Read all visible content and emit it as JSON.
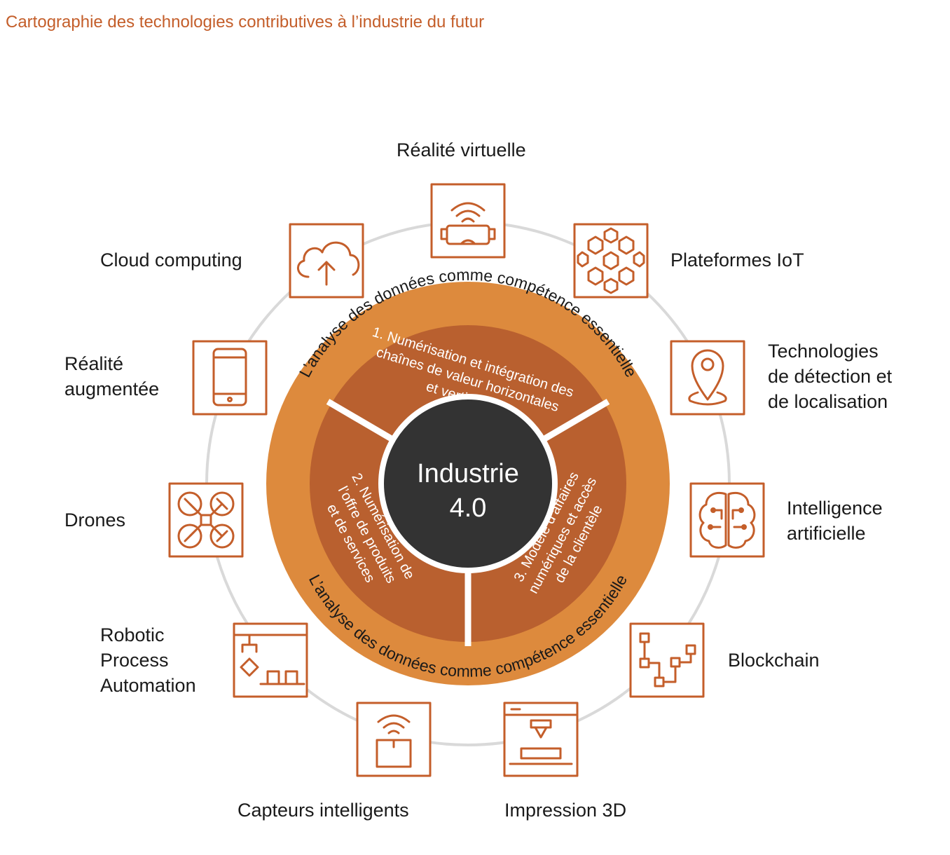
{
  "title": "Cartographie des technologies contributives à l’industrie du futur",
  "center": {
    "line1": "Industrie",
    "line2": "4.0"
  },
  "ring_text": {
    "top": "L’analyse des données comme compétence essentielle",
    "bottom": "L’analyse des données comme compétence essentielle"
  },
  "segments": {
    "top": [
      "1. Numérisation et intégration des",
      "chaînes de valeur horizontales",
      "et verticales"
    ],
    "left": [
      "2. Numérisation de",
      "l’offre de produits",
      "et de services"
    ],
    "right": [
      "3. Modèle d’affaires",
      "numériques et accès",
      "de la clientèle"
    ]
  },
  "technologies": {
    "vr": {
      "lines": [
        "Réalité virtuelle"
      ],
      "icon": "vr-headset-icon"
    },
    "iot": {
      "lines": [
        "Plateformes IoT"
      ],
      "icon": "hexagon-network-icon"
    },
    "location": {
      "lines": [
        "Technologies",
        "de détection et",
        "de localisation"
      ],
      "icon": "location-pin-icon"
    },
    "ai": {
      "lines": [
        "Intelligence",
        "artificielle"
      ],
      "icon": "brain-circuit-icon"
    },
    "blockchain": {
      "lines": [
        "Blockchain"
      ],
      "icon": "blockchain-icon"
    },
    "print3d": {
      "lines": [
        "Impression 3D"
      ],
      "icon": "3d-printer-icon"
    },
    "sensors": {
      "lines": [
        "Capteurs intelligents"
      ],
      "icon": "smart-sensor-icon"
    },
    "rpa": {
      "lines": [
        "Robotic",
        "Process",
        "Automation"
      ],
      "icon": "robot-arm-icon"
    },
    "drones": {
      "lines": [
        "Drones"
      ],
      "icon": "drone-icon"
    },
    "ar": {
      "lines": [
        "Réalité",
        "augmentée"
      ],
      "icon": "smartphone-icon"
    },
    "cloud": {
      "lines": [
        "Cloud computing"
      ],
      "icon": "cloud-upload-icon"
    }
  },
  "colors": {
    "accent": "#c45e2a",
    "ring": "#dd8a3d",
    "segment": "#b9602f",
    "center": "#333333",
    "connector": "#d9d9d9"
  }
}
